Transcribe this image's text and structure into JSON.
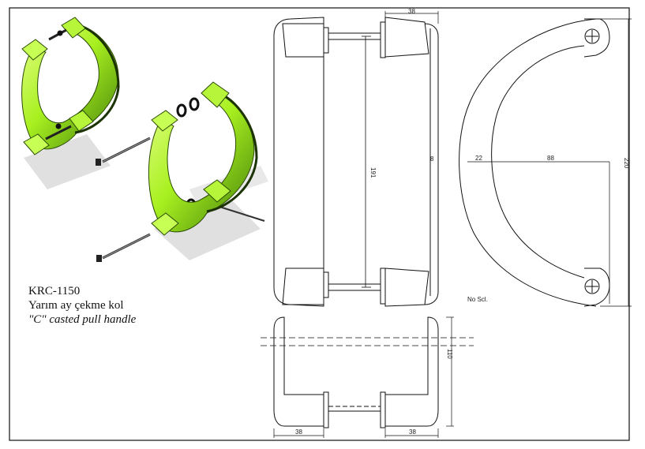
{
  "product": {
    "code": "KRC-1150",
    "name_tr": "Yarım ay çekme kol",
    "name_en": "\"C\" casted pull handle"
  },
  "drawing": {
    "scale_note": "No Scl.",
    "dimensions": {
      "front_top_width": "38",
      "front_height": "191",
      "front_thickness": "8",
      "side_offset": "22",
      "side_depth": "88",
      "side_height": "220",
      "bottom_depth": "110",
      "bottom_left_width": "38",
      "bottom_right_width": "38"
    }
  },
  "colors": {
    "handle_green": "#a8f020",
    "line": "#111111"
  }
}
